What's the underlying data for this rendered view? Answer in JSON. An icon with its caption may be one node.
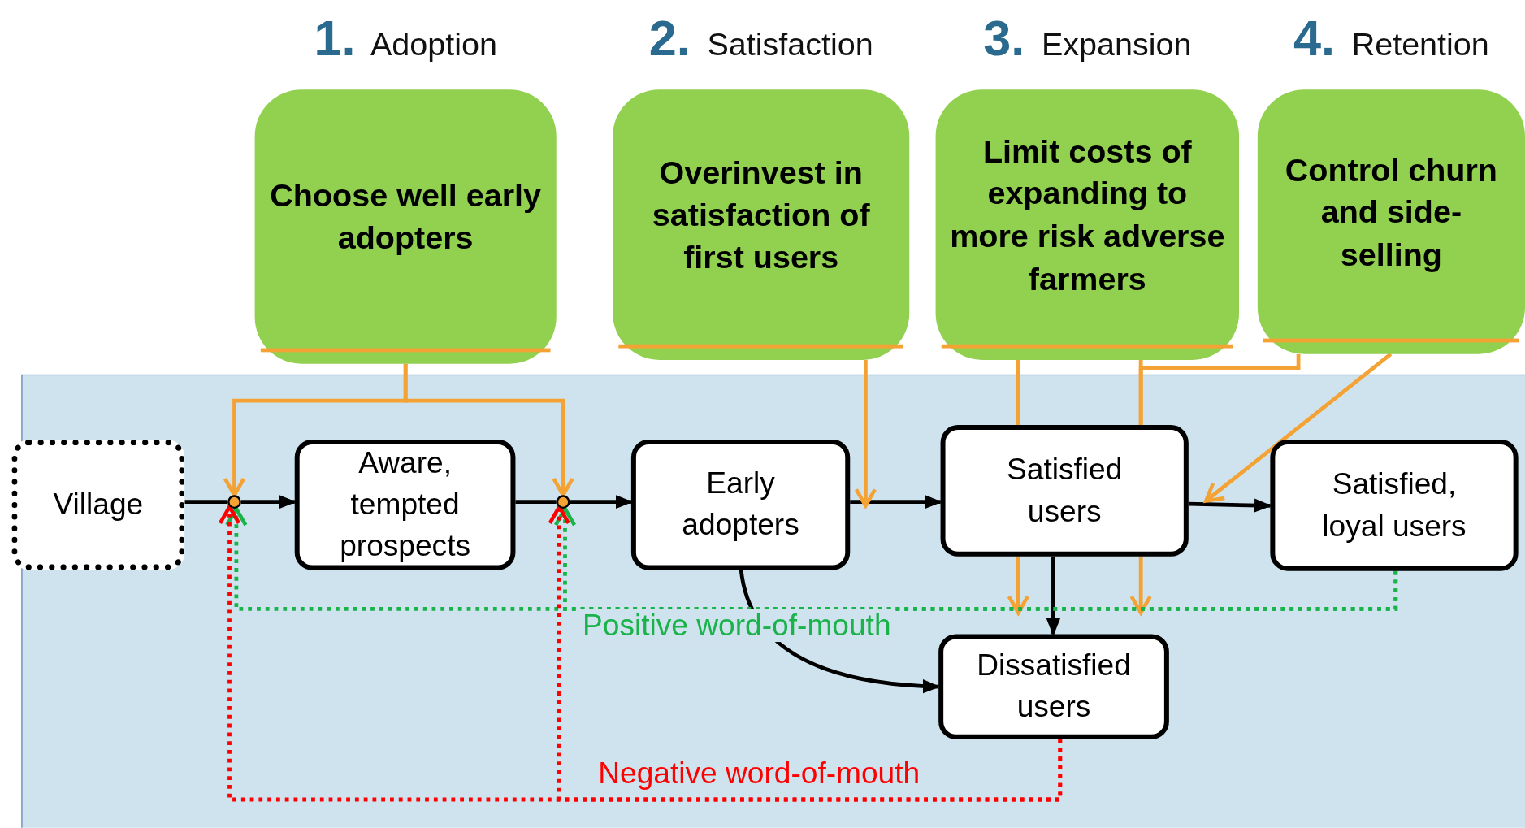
{
  "diagram": {
    "nodes": [
      {
        "text": [
          "**1.** Adoption",
          "Choose well early adopters"
        ]
      },
      {
        "text": [
          "**2.** Satisfaction",
          "Overinvest in satisfaction of first users"
        ]
      },
      {
        "text": [
          "**3.** Expansion",
          "Limit costs of expanding to more risk adverse farmers"
        ]
      },
      {
        "text": [
          "**4.** Retention",
          "Control churn and side-selling"
        ]
      },
      {
        "text": [
          "Village"
        ]
      },
      {
        "text": [],
        "shape": "circle"
      },
      {
        "text": [
          "Aware, tempted prospects"
        ]
      },
      {
        "text": [],
        "shape": "circle"
      },
      {
        "text": [
          "Early adopters"
        ]
      },
      {
        "text": [
          "Satisfied users"
        ]
      },
      {
        "text": [
          "Satisfied, loyal users"
        ]
      },
      {
        "text": [
          "Dissatisfied users"
        ]
      }
    ],
    "edges": [
      {
        "from": 4,
        "to": 5,
        "arrow": "none",
        "color": "#000000"
      },
      {
        "from": 5,
        "to": 6,
        "arrow": "to",
        "color": "#000000"
      },
      {
        "from": 6,
        "to": 7,
        "arrow": "none",
        "color": "#000000"
      },
      {
        "from": 7,
        "to": 8,
        "arrow": "to",
        "color": "#000000"
      },
      {
        "from": 8,
        "to": 9,
        "arrow": "to",
        "color": "#000000"
      },
      {
        "from": 9,
        "to": 10,
        "arrow": "to",
        "color": "#000000"
      },
      {
        "from": 9,
        "to": 11,
        "arrow": "to",
        "color": "#000000"
      },
      {
        "from": 8,
        "to": 11,
        "arrow": "to",
        "color": "#000000"
      },
      {
        "from": 0,
        "to": 5,
        "arrow": "to",
        "color": "#f4a233"
      },
      {
        "from": 0,
        "to": 7,
        "arrow": "to",
        "color": "#f4a233"
      },
      {
        "from": 1,
        "to": 8,
        "arrow": "to",
        "color": "#f4a233"
      },
      {
        "from": 2,
        "to": 9,
        "arrow": "none",
        "color": "#f4a233"
      },
      {
        "from": 2,
        "to": 9,
        "arrow": "none",
        "color": "#f4a233"
      },
      {
        "from": 3,
        "to": 9,
        "arrow": "none",
        "color": "#f4a233"
      },
      {
        "from": 9,
        "to": 11,
        "arrow": "to",
        "color": "#f4a233"
      },
      {
        "from": 9,
        "to": 11,
        "arrow": "to",
        "color": "#f4a233"
      },
      {
        "from": 3,
        "to": 9,
        "arrow": "to",
        "color": "#f4a233"
      },
      {
        "from": 10,
        "to": 5,
        "arrow": "to",
        "label": "Positive word-of-mouth",
        "style": "dashed",
        "color": "#19b34a"
      },
      {
        "from": 10,
        "to": 7,
        "arrow": "to",
        "style": "dashed",
        "color": "#19b34a"
      },
      {
        "from": 11,
        "to": 5,
        "arrow": "to",
        "label": "Negative word-of-mouth",
        "style": "dashed",
        "color": "#ff0000"
      },
      {
        "from": 11,
        "to": 7,
        "arrow": "to",
        "style": "dashed",
        "color": "#ff0000"
      }
    ]
  }
}
